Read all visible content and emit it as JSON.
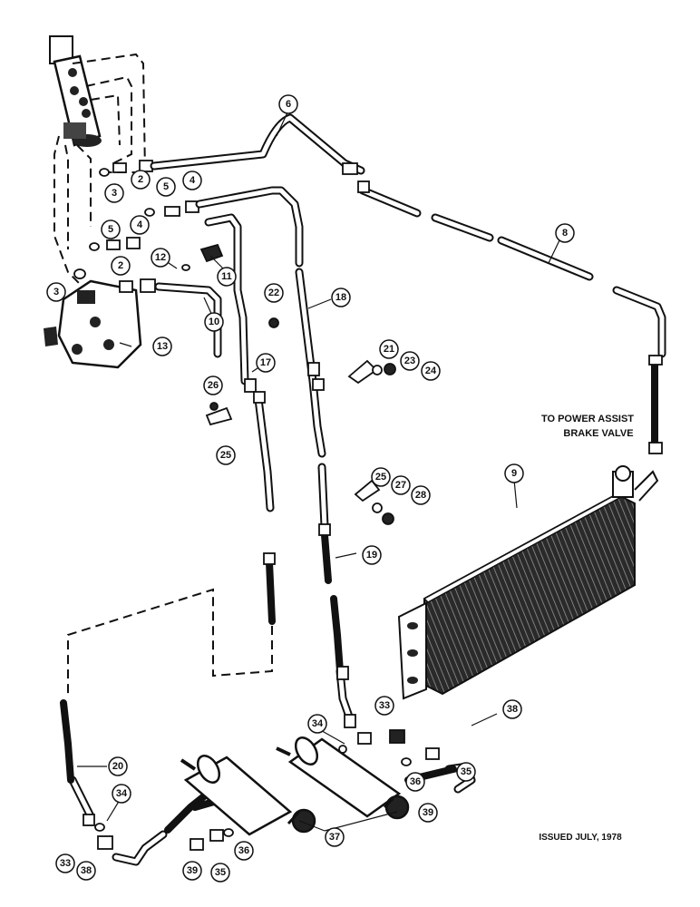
{
  "note": {
    "line1": "TO POWER ASSIST",
    "line2": "BRAKE VALVE"
  },
  "issued": "ISSUED JULY, 1978",
  "callouts": {
    "n2a": "2",
    "n2b": "2",
    "n3a": "3",
    "n3b": "3",
    "n4a": "4",
    "n4b": "4",
    "n5a": "5",
    "n5b": "5",
    "n6": "6",
    "n8": "8",
    "n9": "9",
    "n10": "10",
    "n11": "11",
    "n12": "12",
    "n13": "13",
    "n17": "17",
    "n18": "18",
    "n19": "19",
    "n20": "20",
    "n21": "21",
    "n22": "22",
    "n23": "23",
    "n24": "24",
    "n25a": "25",
    "n25b": "25",
    "n26": "26",
    "n27": "27",
    "n28": "28",
    "n33a": "33",
    "n33b": "33",
    "n34a": "34",
    "n34b": "34",
    "n35a": "35",
    "n35b": "35",
    "n36a": "36",
    "n36b": "36",
    "n37": "37",
    "n38a": "38",
    "n38b": "38",
    "n39a": "39",
    "n39b": "39"
  }
}
